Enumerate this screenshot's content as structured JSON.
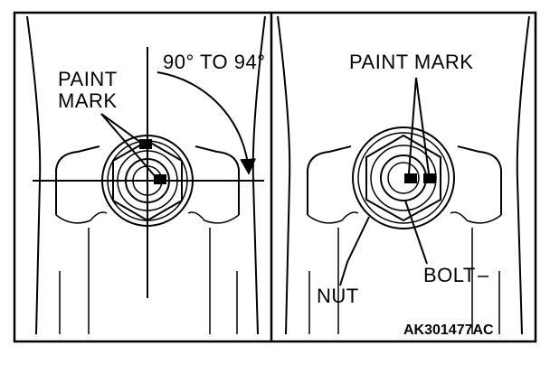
{
  "figure": {
    "left_panel": {
      "paint_mark_line1": "PAINT",
      "paint_mark_line2": "MARK",
      "angle_label": "90° TO 94°"
    },
    "right_panel": {
      "paint_mark_label": "PAINT MARK",
      "nut_label": "NUT",
      "bolt_label": "BOLT"
    },
    "figure_code": "AK301477AC"
  }
}
